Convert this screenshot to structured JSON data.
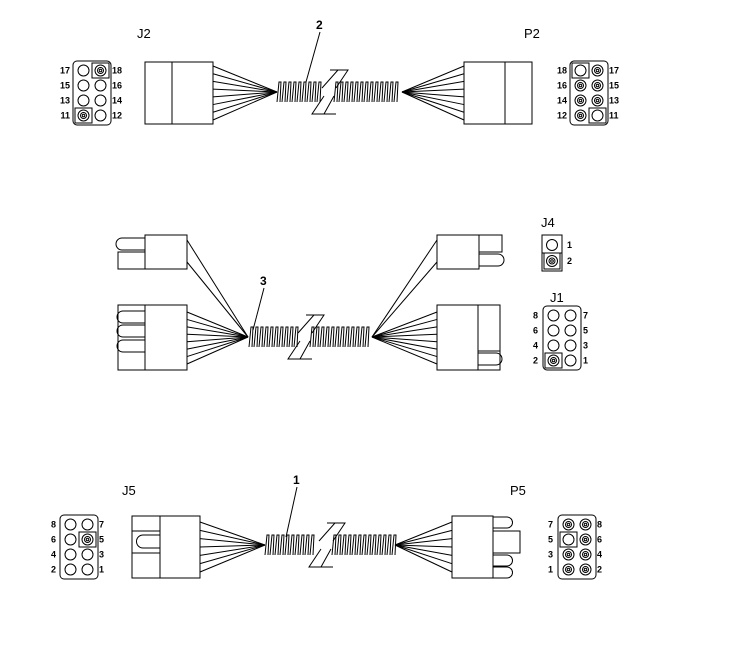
{
  "cables": [
    {
      "callout": "2",
      "left_label": "J2",
      "right_label": "P2"
    },
    {
      "callout": "3",
      "right_top_label": "J4",
      "right_bottom_label": "J1"
    },
    {
      "callout": "1",
      "left_label": "J5",
      "right_label": "P5"
    }
  ],
  "pin_grids": {
    "J2": {
      "left": [
        "17",
        "15",
        "13",
        "11"
      ],
      "right": [
        "18",
        "16",
        "14",
        "12"
      ],
      "pins": [
        [
          "plain",
          "ringed"
        ],
        [
          "plain",
          "plain"
        ],
        [
          "plain",
          "plain"
        ],
        [
          "ringed",
          "plain"
        ]
      ],
      "boxed": [
        [
          0,
          1
        ],
        [
          3,
          0
        ]
      ]
    },
    "P2": {
      "left": [
        "18",
        "16",
        "14",
        "12"
      ],
      "right": [
        "17",
        "15",
        "13",
        "11"
      ],
      "pins": [
        [
          "plain",
          "ringed"
        ],
        [
          "ringed",
          "ringed"
        ],
        [
          "ringed",
          "ringed"
        ],
        [
          "ringed",
          "plain"
        ]
      ],
      "boxed": [
        [
          0,
          0
        ],
        [
          3,
          1
        ]
      ]
    },
    "J4": {
      "left": [],
      "right": [
        "1",
        "2"
      ],
      "pins": [
        [
          "plain"
        ],
        [
          "ringed"
        ]
      ],
      "boxed": [
        [
          1,
          0
        ]
      ]
    },
    "J1": {
      "left": [
        "8",
        "6",
        "4",
        "2"
      ],
      "right": [
        "7",
        "5",
        "3",
        "1"
      ],
      "pins": [
        [
          "plain",
          "plain"
        ],
        [
          "plain",
          "plain"
        ],
        [
          "plain",
          "plain"
        ],
        [
          "ringed",
          "plain"
        ]
      ],
      "boxed": [
        [
          3,
          0
        ]
      ]
    },
    "J5": {
      "left": [
        "8",
        "6",
        "4",
        "2"
      ],
      "right": [
        "7",
        "5",
        "3",
        "1"
      ],
      "pins": [
        [
          "plain",
          "plain"
        ],
        [
          "plain",
          "ringed"
        ],
        [
          "plain",
          "plain"
        ],
        [
          "plain",
          "plain"
        ]
      ],
      "boxed": [
        [
          1,
          1
        ]
      ]
    },
    "P5": {
      "left": [
        "7",
        "5",
        "3",
        "1"
      ],
      "right": [
        "8",
        "6",
        "4",
        "2"
      ],
      "pins": [
        [
          "ringed",
          "ringed"
        ],
        [
          "plain",
          "ringed"
        ],
        [
          "ringed",
          "ringed"
        ],
        [
          "ringed",
          "ringed"
        ]
      ],
      "boxed": [
        [
          1,
          0
        ]
      ]
    }
  }
}
